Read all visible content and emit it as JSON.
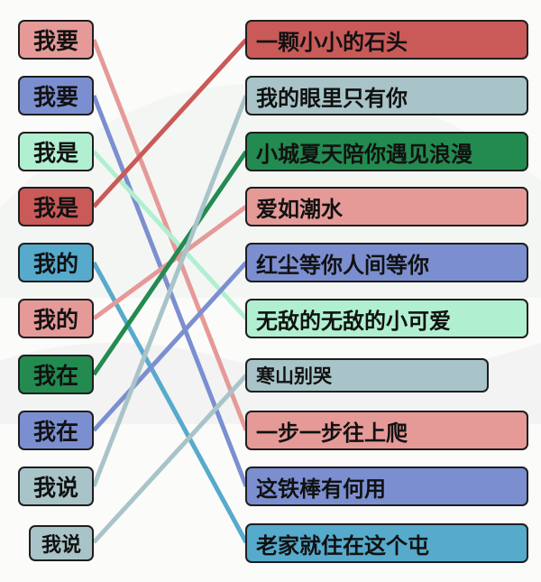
{
  "colors": {
    "pink": "#e59a98",
    "blue": "#7b8fd0",
    "mint": "#b0f0d0",
    "red": "#c95a58",
    "teal": "#56aacc",
    "green": "#238a50",
    "gray": "#a8c4c8"
  },
  "left": [
    {
      "text": "我要",
      "color": "pink",
      "match": 7
    },
    {
      "text": "我要",
      "color": "blue",
      "match": 8
    },
    {
      "text": "我是",
      "color": "mint",
      "match": 5
    },
    {
      "text": "我是",
      "color": "red",
      "match": 0
    },
    {
      "text": "我的",
      "color": "teal",
      "match": 9
    },
    {
      "text": "我的",
      "color": "pink",
      "match": 3
    },
    {
      "text": "我在",
      "color": "green",
      "match": 2
    },
    {
      "text": "我在",
      "color": "blue",
      "match": 4
    },
    {
      "text": "我说",
      "color": "gray",
      "match": 1
    },
    {
      "text": "我说",
      "color": "gray",
      "match": 6
    }
  ],
  "right": [
    {
      "text": "一颗小小的石头",
      "color": "red"
    },
    {
      "text": "我的眼里只有你",
      "color": "gray"
    },
    {
      "text": "小城夏天陪你遇见浪漫",
      "color": "green"
    },
    {
      "text": "爱如潮水",
      "color": "pink"
    },
    {
      "text": "红尘等你人间等你",
      "color": "blue"
    },
    {
      "text": "无敌的无敌的小可爱",
      "color": "mint"
    },
    {
      "text": "寒山别哭",
      "color": "gray"
    },
    {
      "text": "一步一步往上爬",
      "color": "pink"
    },
    {
      "text": "这铁棒有何用",
      "color": "blue"
    },
    {
      "text": "老家就住在这个屯",
      "color": "teal"
    }
  ]
}
